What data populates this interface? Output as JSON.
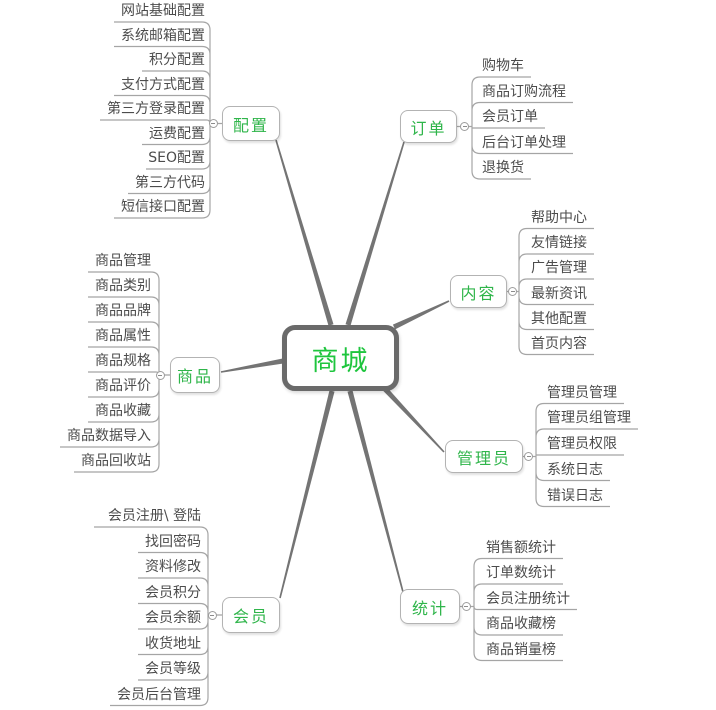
{
  "root": {
    "label": "商城"
  },
  "branches": [
    {
      "key": "config",
      "label": "配置",
      "items": [
        "网站基础配置",
        "系统邮箱配置",
        "积分配置",
        "支付方式配置",
        "第三方登录配置",
        "运费配置",
        "SEO配置",
        "第三方代码",
        "短信接口配置"
      ]
    },
    {
      "key": "order",
      "label": "订单",
      "items": [
        "购物车",
        "商品订购流程",
        "会员订单",
        "后台订单处理",
        "退换货"
      ]
    },
    {
      "key": "content",
      "label": "内容",
      "items": [
        "帮助中心",
        "友情链接",
        "广告管理",
        "最新资讯",
        "其他配置",
        "首页内容"
      ]
    },
    {
      "key": "product",
      "label": "商品",
      "items": [
        "商品管理",
        "商品类别",
        "商品品牌",
        "商品属性",
        "商品规格",
        "商品评价",
        "商品收藏",
        "商品数据导入",
        "商品回收站"
      ]
    },
    {
      "key": "admin",
      "label": "管理员",
      "items": [
        "管理员管理",
        "管理员组管理",
        "管理员权限",
        "系统日志",
        "错误日志"
      ]
    },
    {
      "key": "member",
      "label": "会员",
      "items": [
        "会员注册\\ 登陆",
        "找回密码",
        "资料修改",
        "会员积分",
        "会员余额",
        "收货地址",
        "会员等级",
        "会员后台管理"
      ]
    },
    {
      "key": "stats",
      "label": "统计",
      "items": [
        "销售额统计",
        "订单数统计",
        "会员注册统计",
        "商品收藏榜",
        "商品销量榜"
      ]
    }
  ],
  "colors": {
    "accent_green": "#2fb54a",
    "root_green": "#1ec53e",
    "root_border": "#6a6a6a",
    "node_border": "#b3b3b3",
    "branch_line": "#747474",
    "leaf_line": "#a5a5a5",
    "leaf_text": "#4c4c4c"
  }
}
